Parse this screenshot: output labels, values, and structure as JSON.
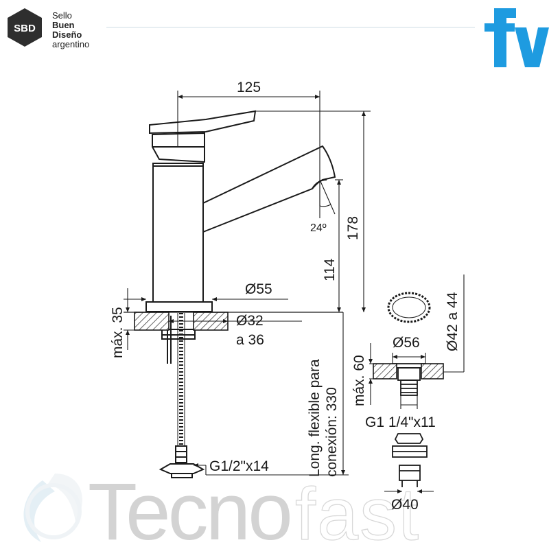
{
  "seal": {
    "abbr": "SBD",
    "line1": "Sello",
    "line2": "Buen",
    "line3": "Diseño",
    "line4": "argentino"
  },
  "brand": {
    "logo_text": "fv",
    "logo_color": "#1e9be0"
  },
  "watermark": {
    "part1": "Tecno",
    "part2": "fast"
  },
  "dimensions": {
    "spout_reach": "125",
    "total_height": "178",
    "spout_height": "114",
    "spout_angle": "24º",
    "base_diameter": "Ø55",
    "max_deck": "máx. 35",
    "hole_diameter_1": "Ø32",
    "hole_diameter_2": "a 36",
    "flex_length_1": "Long. flexible para",
    "flex_length_2": "conexión: 330",
    "inlet_thread": "G1/2\"x14",
    "drain_diameter": "Ø56",
    "drain_hole": "Ø42 a 44",
    "drain_max": "máx. 60",
    "drain_thread": "G1 1/4\"x11",
    "drain_outlet": "Ø40"
  }
}
